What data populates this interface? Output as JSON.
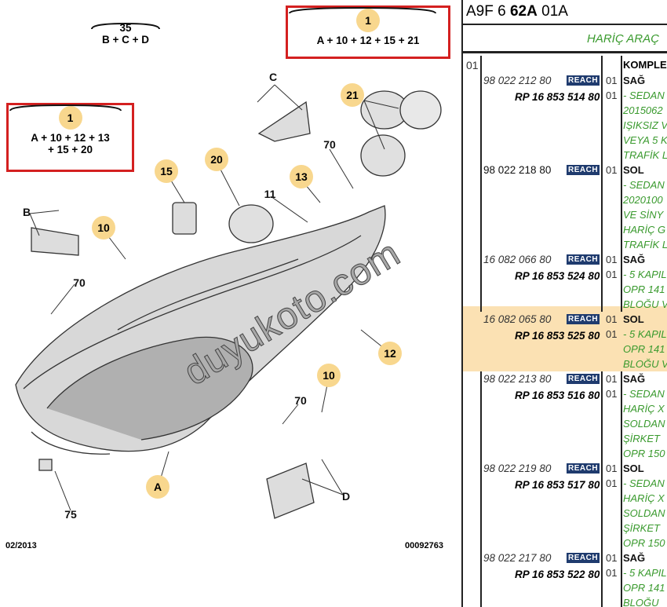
{
  "diagram": {
    "kit35": {
      "number": "35",
      "formula": "B + C + D"
    },
    "kit1_top": {
      "number": "1",
      "formula": "A + 10 + 12 + 15 + 21"
    },
    "kit1_left": {
      "number": "1",
      "line1": "A + 10 + 12 + 13",
      "line2": "+ 15 + 20"
    },
    "callouts": {
      "c": "C",
      "n21": "21",
      "n70a": "70",
      "n20": "20",
      "n15": "15",
      "n13": "13",
      "n11": "11",
      "b": "B",
      "n10a": "10",
      "n70b": "70",
      "n12": "12",
      "n10b": "10",
      "n70c": "70",
      "a": "A",
      "d": "D",
      "n75": "75"
    },
    "date": "02/2013",
    "ref": "00092763",
    "watermark": "duyukoto.com"
  },
  "panel": {
    "code_prefix": "A9F 6 ",
    "code_bold": "62A",
    "code_suffix": " 01A",
    "subtitle": "HARİÇ ARAÇ",
    "row_index": "01",
    "item_title": "KOMPLE",
    "reach_label": "REACH",
    "entries": [
      {
        "part": "98 022 212 80",
        "rp": "RP 16 853 514 80",
        "qty1": "01",
        "qty2": "01",
        "side": "SAĞ",
        "lines": [
          "- SEDAN",
          "2015062",
          "IŞIKSIZ V",
          "VEYA 5 K",
          "TRAFİK L"
        ]
      },
      {
        "part": "98 022 218 80",
        "bold": true,
        "qty1": "01",
        "side": "SOL",
        "lines": [
          "- SEDAN",
          "2020100",
          "VE SİNY",
          "HARİÇ G",
          "TRAFİK L"
        ]
      },
      {
        "part": "16 082 066 80",
        "rp": "RP 16 853 524 80",
        "qty1": "01",
        "qty2": "01",
        "side": "SAĞ",
        "lines": [
          "- 5 KAPIL",
          "OPR 141",
          "BLOĞU V"
        ]
      },
      {
        "part": "16 082 065 80",
        "rp": "RP 16 853 525 80",
        "qty1": "01",
        "qty2": "01",
        "side": "SOL",
        "highlight": true,
        "lines": [
          "- 5 KAPIL",
          "OPR 141",
          "BLOĞU V"
        ]
      },
      {
        "part": "98 022 213 80",
        "rp": "RP 16 853 516 80",
        "qty1": "01",
        "qty2": "01",
        "side": "SAĞ",
        "lines": [
          "- SEDAN",
          "HARİÇ X",
          "SOLDAN",
          "ŞİRKET",
          "OPR 150"
        ]
      },
      {
        "part": "98 022 219 80",
        "rp": "RP 16 853 517 80",
        "qty1": "01",
        "qty2": "01",
        "side": "SOL",
        "lines": [
          "- SEDAN",
          "HARİÇ X",
          "SOLDAN",
          "ŞİRKET",
          "OPR 150"
        ]
      },
      {
        "part": "98 022 217 80",
        "rp": "RP 16 853 522 80",
        "qty1": "01",
        "qty2": "01",
        "side": "SAĞ",
        "lines": [
          "- 5 KAPIL",
          "OPR 141",
          "BLOĞU"
        ]
      }
    ]
  },
  "colors": {
    "highlight": "#fbe1b3",
    "green": "#3a9a2e",
    "reach": "#1f3b6e",
    "kit_border": "#d42020",
    "bubble": "#f8d78e"
  }
}
